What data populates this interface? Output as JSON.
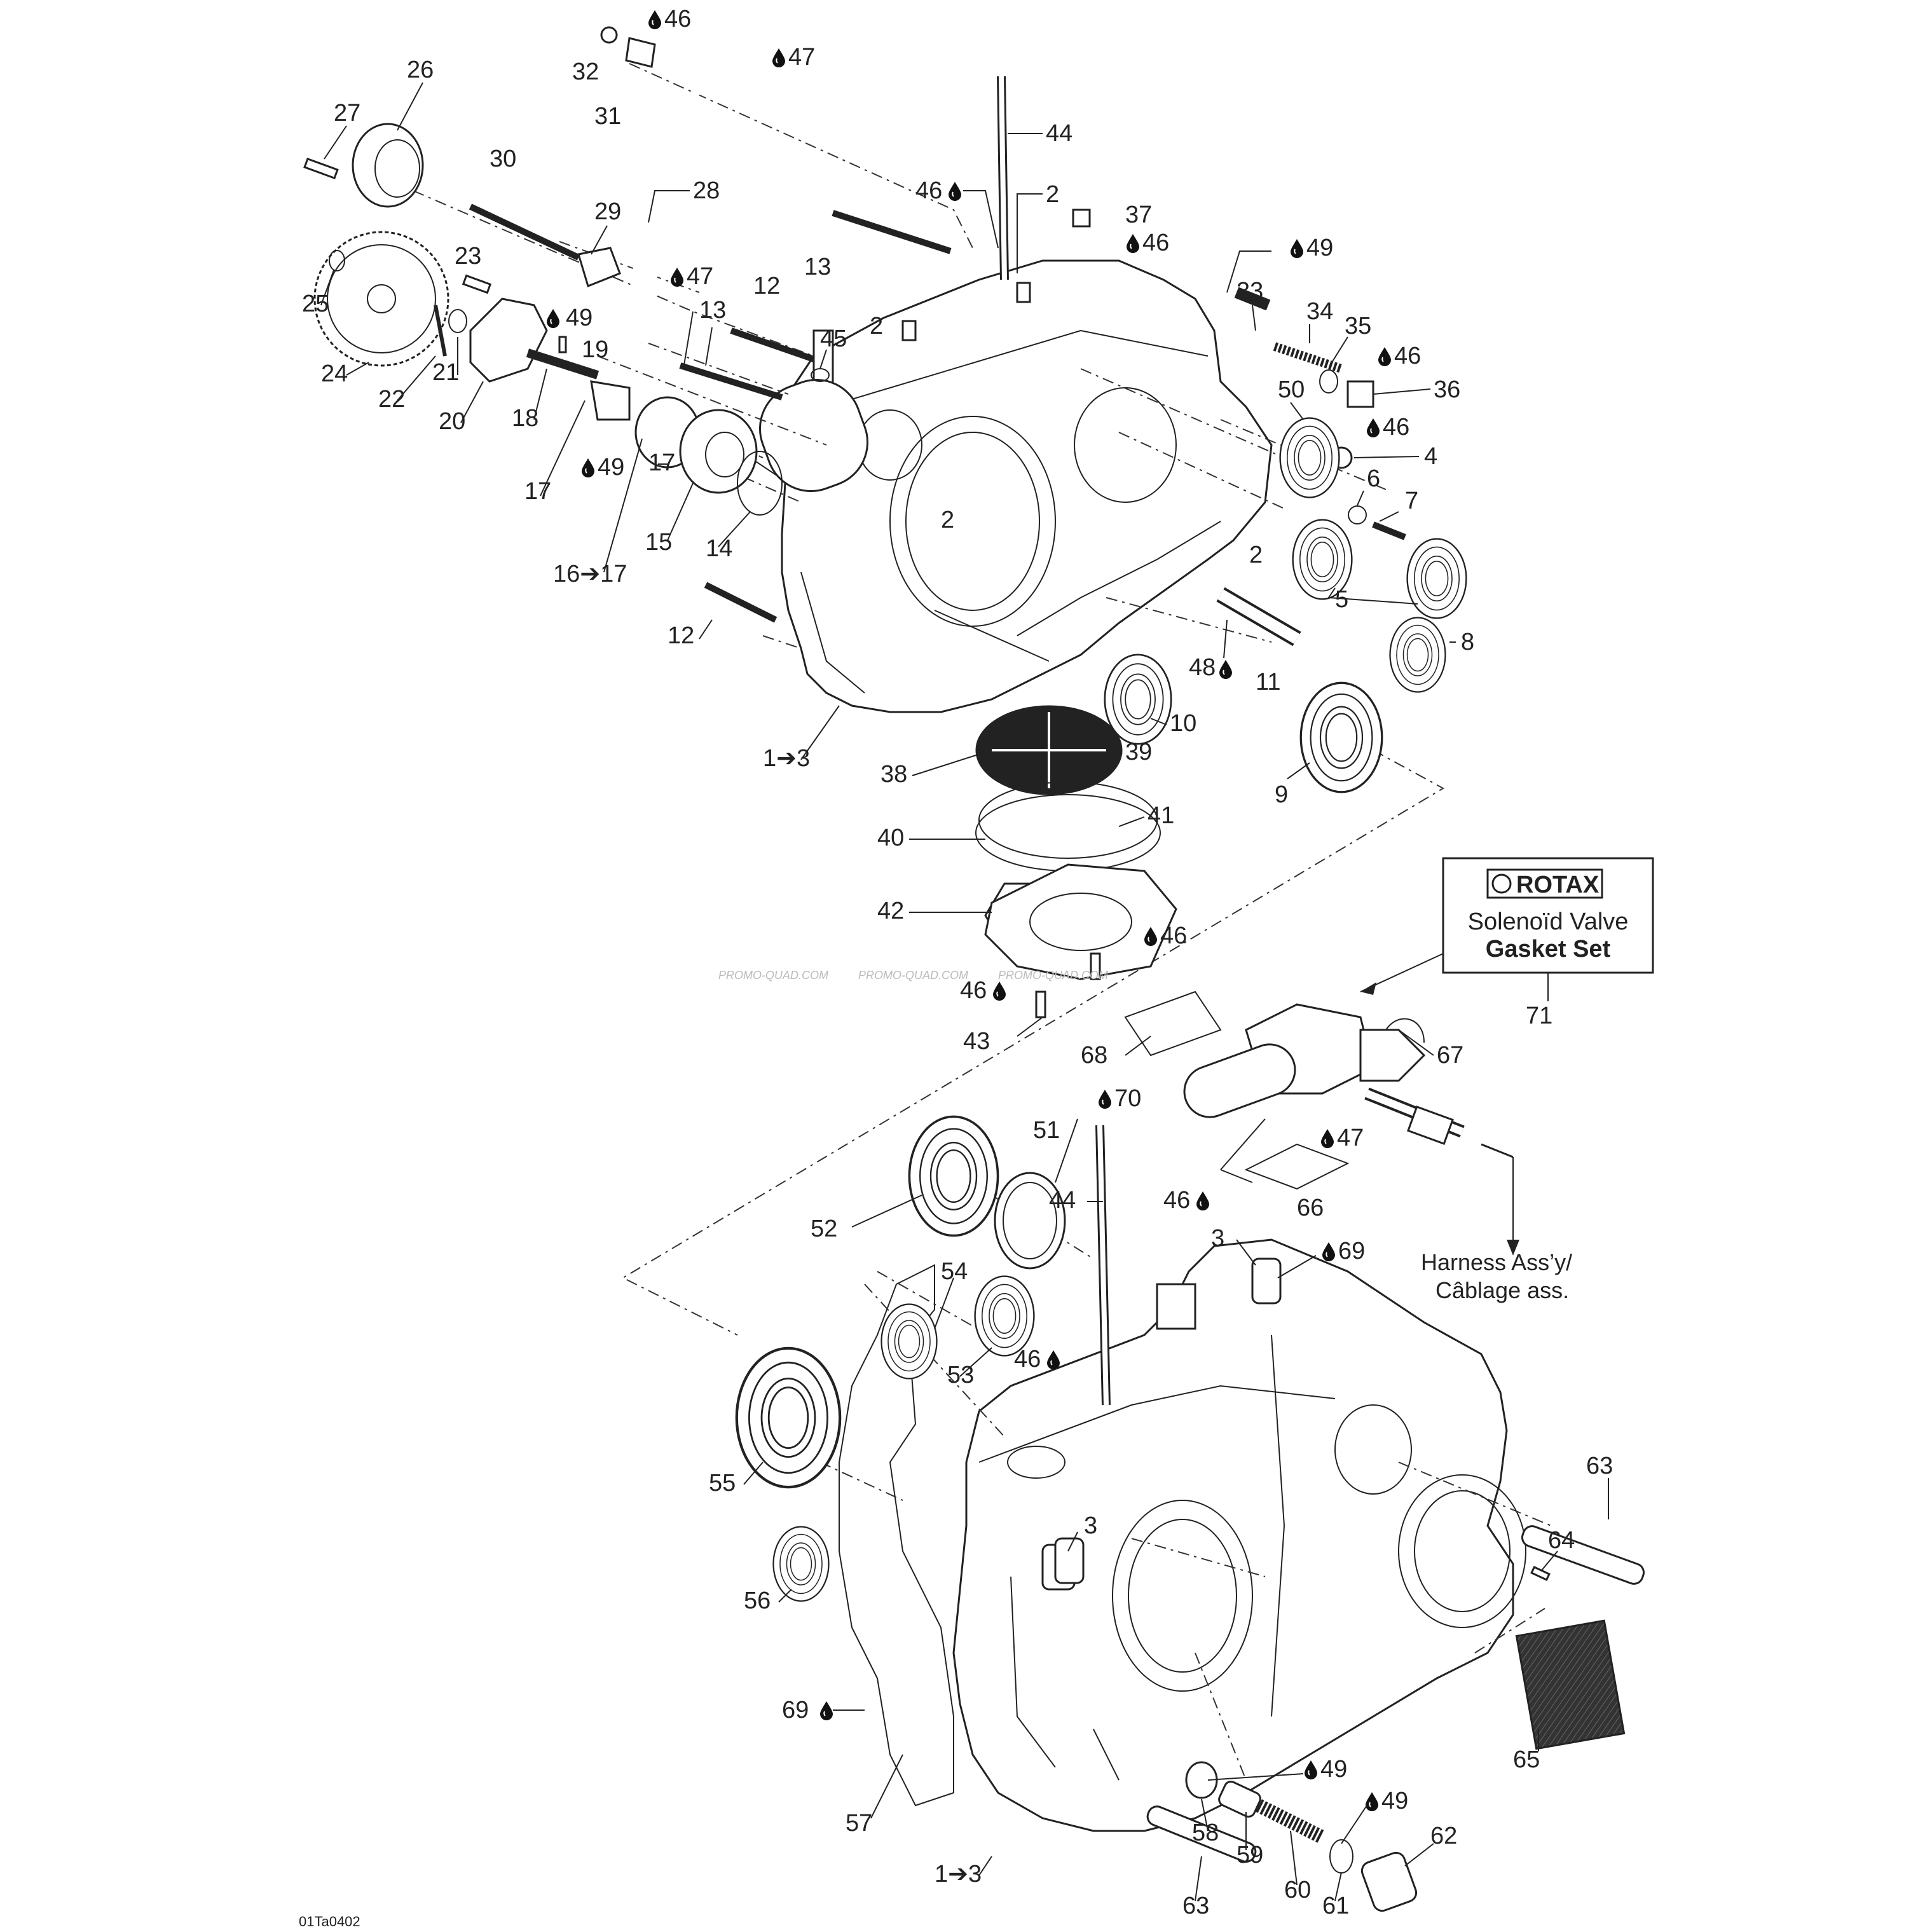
{
  "diagram_code": "01Ta0402",
  "watermark": "PROMO-QUAD.COM",
  "kit_box": {
    "brand": "ROTAX",
    "line1": "Solenoïd Valve",
    "line2": "Gasket Set",
    "number": "71"
  },
  "harness": {
    "line1": "Harness Ass’y/",
    "line2": "Câblage ass."
  },
  "labels": {
    "l1": "1➔3",
    "l2": "1➔3",
    "n2a": "2",
    "n2b": "2",
    "n2c": "2",
    "n2d": "2",
    "n3a": "3",
    "n3b": "3",
    "n4": "4",
    "n5": "5",
    "n6": "6",
    "n7": "7",
    "n8": "8",
    "n9": "9",
    "n10": "10",
    "n11": "11",
    "n12a": "12",
    "n12b": "12",
    "n13a": "13",
    "n13b": "13",
    "n14": "14",
    "n15": "15",
    "n16": "16➔17",
    "n17": "17",
    "n18": "18",
    "n19": "19",
    "n20": "20",
    "n21": "21",
    "n22": "22",
    "n23": "23",
    "n24": "24",
    "n25": "25",
    "n26": "26",
    "n27": "27",
    "n28": "28",
    "n29": "29",
    "n30": "30",
    "n31": "31",
    "n32": "32",
    "n33": "33",
    "n34": "34",
    "n35": "35",
    "n36": "36",
    "n37": "37",
    "n38": "38",
    "n39": "39",
    "n40": "40",
    "n41": "41",
    "n42": "42",
    "n43": "43",
    "n44a": "44",
    "n44b": "44",
    "n45": "45",
    "n46a": "46",
    "n46b": "46",
    "n46c": "46",
    "n46d": "46",
    "n46e": "46",
    "n46f": "46",
    "n46g": "46",
    "n46h": "46",
    "n46i": "46",
    "n47a": "47",
    "n47b": "47",
    "n47c": "47",
    "n48": "48",
    "n49a": "49",
    "n49b": "49",
    "n49c": "49",
    "n49d": "49",
    "n49e": "49",
    "n50": "50",
    "n51": "51",
    "n52": "52",
    "n53": "53",
    "n54": "54",
    "n55": "55",
    "n56": "56",
    "n57": "57",
    "n58": "58",
    "n59": "59",
    "n60": "60",
    "n61": "61",
    "n62": "62",
    "n63a": "63",
    "n63b": "63",
    "n64": "64",
    "n65": "65",
    "n66": "66",
    "n67": "67",
    "n68": "68",
    "n69a": "69",
    "n69b": "69",
    "n70": "70"
  }
}
